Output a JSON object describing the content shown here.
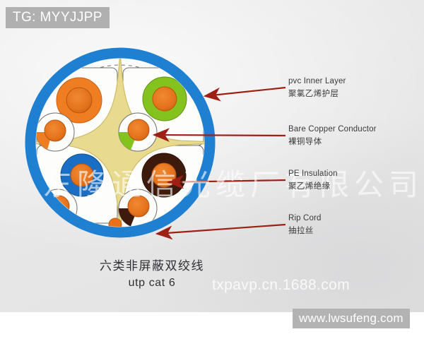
{
  "banner": {
    "text": "TG: MYYJJPP"
  },
  "callouts": [
    {
      "en": "pvc Inner Layer",
      "cn": "聚氯乙烯护层",
      "name": "callout-pvc-inner-layer"
    },
    {
      "en": "Bare Copper Conductor",
      "cn": "裸铜导体",
      "name": "callout-bare-copper-conductor"
    },
    {
      "en": "PE Insulation",
      "cn": "聚乙烯绝缘",
      "name": "callout-pe-insulation"
    },
    {
      "en": "Rip Cord",
      "cn": "抽拉丝",
      "name": "callout-rip-cord"
    }
  ],
  "caption": {
    "cn": "六类非屏蔽双绞线",
    "en": "utp cat 6"
  },
  "watermarks": {
    "chinese": "东隆通信光缆厂有限公司",
    "url": "txpavp.cn.1688.com",
    "box": "www.lwsufeng.com"
  },
  "colors": {
    "jacket_blue": "#1f7fd0",
    "spline_yellow": "#e8da8e",
    "copper_orange": "#e8701a",
    "pair_orange": "#ef7e22",
    "pair_green": "#84c31e",
    "pair_blue": "#1a6fc4",
    "pair_brown": "#3d1a0c",
    "arrow_red": "#9e1f14",
    "banner_grey": "#b0b0b0",
    "background_grey": "#e9e9e9"
  },
  "diagram": {
    "title": "cat6-utp-cable-cross-section",
    "jacket_label": "pvc inner layer jacket ring",
    "spline_label": "cross filler spline",
    "pairs": [
      {
        "name": "pair-orange",
        "position": "top-left",
        "color": "#ef7e22"
      },
      {
        "name": "pair-green",
        "position": "top-right",
        "color": "#84c31e"
      },
      {
        "name": "pair-blue",
        "position": "bottom-left",
        "color": "#1a6fc4"
      },
      {
        "name": "pair-brown",
        "position": "bottom-right",
        "color": "#3d1a0c"
      }
    ],
    "rip_cord": {
      "name": "rip-cord-dot",
      "color": "#e8701a"
    }
  }
}
